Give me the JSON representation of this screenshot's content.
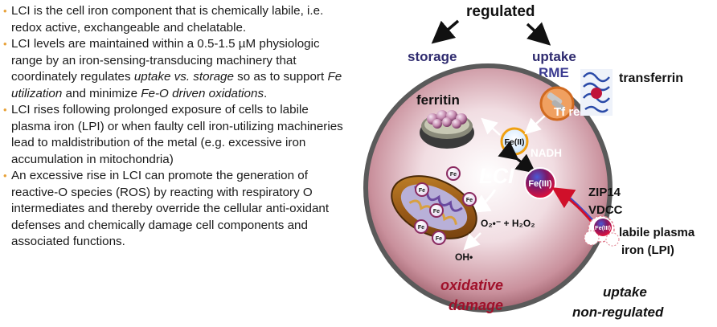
{
  "bullets": [
    {
      "text": "LCI is the cell iron component that is chemically labile, i.e. redox active, exchangeable and chelatable."
    },
    {
      "p1": "LCI levels are maintained within a 0.5-1.5 µM physiologic range  by an iron-sensing-transducing machinery  that coordinately regulates ",
      "i1": "uptake vs. storage",
      "p2": " so as to support ",
      "i2": "Fe utilization",
      "p3": " and minimize ",
      "i3": "Fe-O driven oxidations",
      "p4": "."
    },
    {
      "text": "LCI rises following prolonged exposure of cells to labile plasma iron (LPI) or when faulty cell iron-utilizing machineries lead to maldistribution of the metal (e.g. excessive iron accumulation in mitochondria)"
    },
    {
      "text": "An excessive rise in LCI can promote the generation of reactive-O species (ROS) by reacting with respiratory O intermediates and thereby override the cellular anti-oxidant defenses and chemically damage cell components and associated functions."
    }
  ],
  "diagram": {
    "regulated": "regulated",
    "storage": "storage",
    "uptake": "uptake",
    "rme": "RME",
    "transferrin": "transferrin",
    "tf_receptor": "Tf receptor",
    "ferritin": "ferritin",
    "fe2": "Fe(II)",
    "fe3": "Fe(III)",
    "fe": "Fe",
    "nadh": "NADH",
    "lci": "LCI",
    "ros": "O₂•⁻ + H₂O₂",
    "oh": "OH•",
    "zip14": "ZIP14",
    "vdcc": "VDCC",
    "lpi_line1": "labile plasma",
    "lpi_line2": "iron (LPI)",
    "oxidative_line1": "oxidative",
    "oxidative_line2": "damage",
    "uptake_nonreg_line1": "uptake",
    "uptake_nonreg_line2": "non-regulated"
  },
  "colors": {
    "bullet_dot": "#e8a23a",
    "storage_text": "#2e2a6e",
    "oxidative_text": "#a0102a",
    "fe3_fill": "#a01848",
    "fe2_fill": "#e8f4ff",
    "cell_rim": "#5a5a5a"
  },
  "icons": [
    "bullet-dot-icon",
    "ferritin-icon",
    "mitochondrion-icon",
    "transferrin-icon",
    "tf-receptor-icon",
    "arrow-icon"
  ]
}
